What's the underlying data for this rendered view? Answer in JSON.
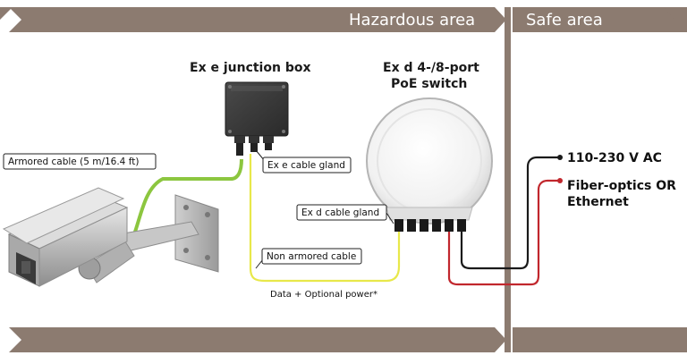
{
  "zones": {
    "hazardous": "Hazardous area",
    "safe": "Safe area"
  },
  "components": {
    "junction_box": "Ex e junction box",
    "switch_line1": "Ex d 4-/8-port",
    "switch_line2": "PoE switch"
  },
  "callouts": {
    "armored_cable": "Armored cable (5 m/16.4 ft)",
    "ex_e_gland": "Ex e cable gland",
    "ex_d_gland": "Ex d cable gland",
    "non_armored": "Non armored cable",
    "data_power": "Data + Optional power*"
  },
  "connections": {
    "power": "110-230 V AC",
    "fiber_line1": "Fiber-optics OR",
    "fiber_line2": "Ethernet"
  },
  "colors": {
    "band": "#8c7b70",
    "divider": "#8c7b70",
    "armored_cable": "#8cc63f",
    "non_armored_cable": "#e8e84a",
    "power_cable": "#1a1a1a",
    "fiber_cable": "#c1272d"
  }
}
